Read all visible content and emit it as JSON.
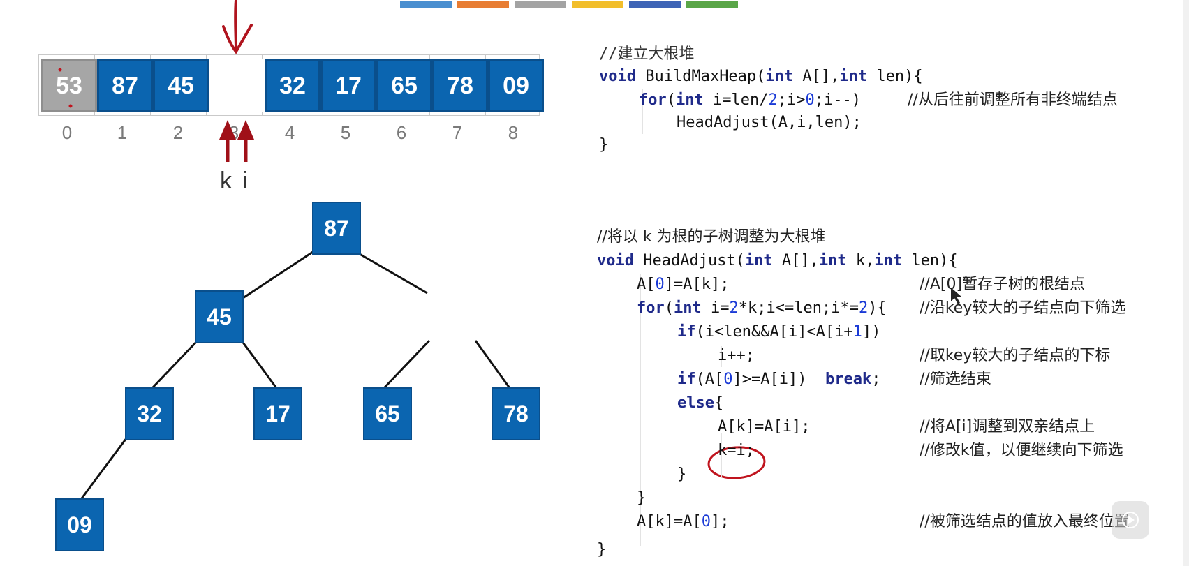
{
  "slide_strip_colors": [
    "#4a8fd0",
    "#e87d33",
    "#a3a3a3",
    "#f2be2b",
    "#3e64b6",
    "#5aa648"
  ],
  "array": {
    "cells": [
      {
        "value": "53",
        "style": "gray"
      },
      {
        "value": "87",
        "style": "blue"
      },
      {
        "value": "45",
        "style": "blue"
      },
      {
        "value": "",
        "style": "empty"
      },
      {
        "value": "32",
        "style": "blue"
      },
      {
        "value": "17",
        "style": "blue"
      },
      {
        "value": "65",
        "style": "blue"
      },
      {
        "value": "78",
        "style": "blue"
      },
      {
        "value": "09",
        "style": "blue"
      }
    ],
    "indices": [
      "0",
      "1",
      "2",
      "3",
      "4",
      "5",
      "6",
      "7",
      "8"
    ],
    "pointer_labels": {
      "k": "k",
      "i": "i"
    }
  },
  "tree": {
    "n87": "87",
    "n45": "45",
    "n32": "32",
    "n17": "17",
    "n65": "65",
    "n78": "78",
    "n09": "09"
  },
  "code": {
    "build": {
      "comment": "//建立大根堆",
      "sig_kw": "void",
      "sig_name": " BuildMaxHeap(",
      "sig_int1": "int",
      "sig_mid": " A[],",
      "sig_int2": "int",
      "sig_end": " len){",
      "for_kw": "for",
      "for_open": "(",
      "for_int": "int",
      "for_rest_a": " i=len/",
      "for_2": "2",
      "for_rest_b": ";i>",
      "for_0": "0",
      "for_rest_c": ";i--)",
      "for_comment": "//从后往前调整所有非终端结点",
      "call": "HeadAdjust(A,i,len);",
      "close": "}"
    },
    "adjust": {
      "comment": "//将以 k 为根的子树调整为大根堆",
      "sig_kw": "void",
      "sig_name": " HeadAdjust(",
      "sig_int1": "int",
      "sig_a": " A[],",
      "sig_int2": "int",
      "sig_k": " k,",
      "sig_int3": "int",
      "sig_end": " len){",
      "l1_a": "A[",
      "l1_0": "0",
      "l1_b": "]=A[k];",
      "l1_comment": "//A[0]暂存子树的根结点",
      "l2_for": "for",
      "l2_open": "(",
      "l2_int": "int",
      "l2_a": " i=",
      "l2_2": "2",
      "l2_b": "*k;i<=len;i*=",
      "l2_2b": "2",
      "l2_c": "){",
      "l2_comment": "//沿key较大的子结点向下筛选",
      "l3_if": "if",
      "l3_a": "(i<len&&A[i]<A[i+",
      "l3_1": "1",
      "l3_b": "])",
      "l4": "i++;",
      "l4_comment": "//取key较大的子结点的下标",
      "l5_if": "if",
      "l5_a": "(A[",
      "l5_0": "0",
      "l5_b": "]>=A[i])  ",
      "l5_break": "break",
      "l5_c": ";",
      "l5_comment": "//筛选结束",
      "l6_else": "else",
      "l6_b": "{",
      "l7": "A[k]=A[i];",
      "l7_comment": "//将A[i]调整到双亲结点上",
      "l8": "k=i;",
      "l8_comment": "//修改k值，以便继续向下筛选",
      "l9": "}",
      "l10": "}",
      "l11_a": "A[k]=A[",
      "l11_0": "0",
      "l11_b": "];",
      "l11_comment": "//被筛选结点的值放入最终位置",
      "close": "}"
    }
  },
  "annotation_colors": {
    "red": "#b0141e",
    "line": "#111111"
  }
}
